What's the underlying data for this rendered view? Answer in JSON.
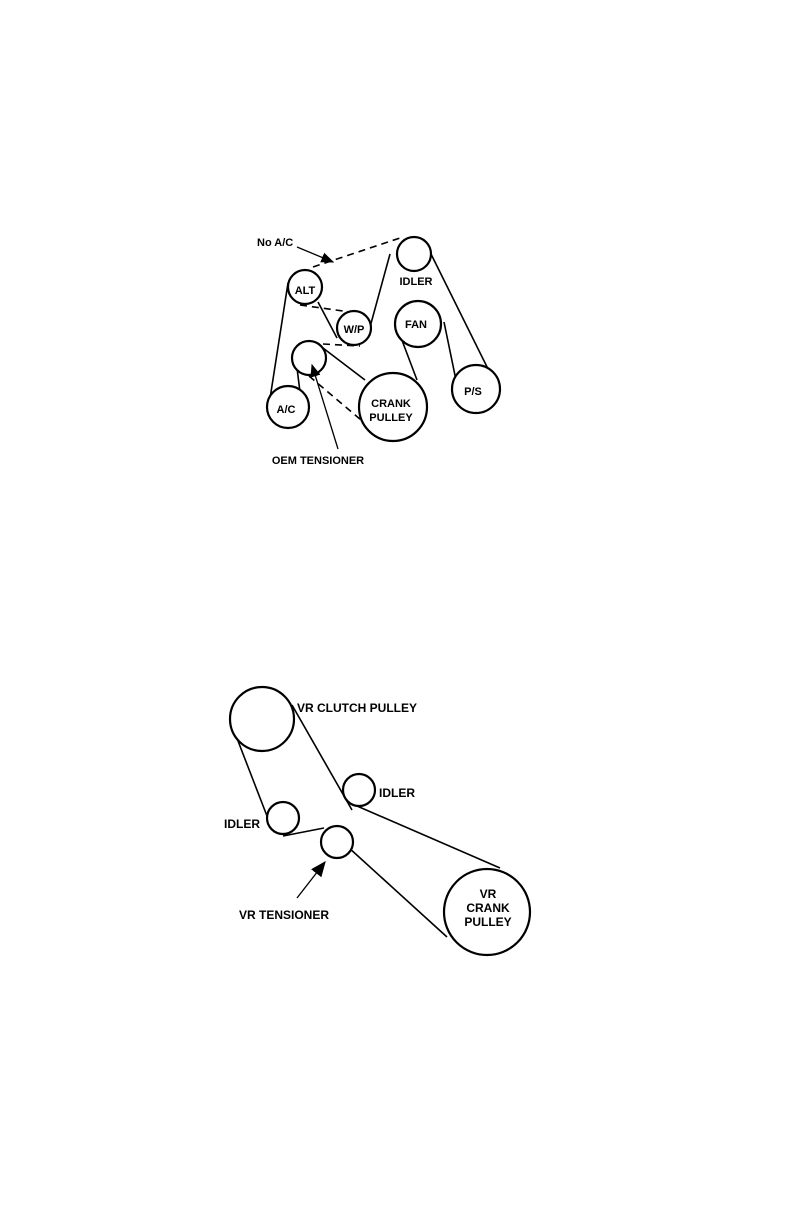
{
  "diagram1": {
    "labels": {
      "no_ac": "No A/C",
      "alt": "ALT",
      "idler": "IDLER",
      "wp": "W/P",
      "fan": "FAN",
      "ac": "A/C",
      "crank_line1": "CRANK",
      "crank_line2": "PULLEY",
      "ps": "P/S",
      "oem_tensioner": "OEM TENSIONER"
    }
  },
  "diagram2": {
    "labels": {
      "vr_clutch_pulley": "VR CLUTCH PULLEY",
      "idler_right": "IDLER",
      "idler_left": "IDLER",
      "vr_tensioner": "VR TENSIONER",
      "vr_crank_line1": "VR",
      "vr_crank_line2": "CRANK",
      "vr_crank_line3": "PULLEY"
    }
  },
  "colors": {
    "ink": "#000000",
    "paper": "#ffffff"
  }
}
